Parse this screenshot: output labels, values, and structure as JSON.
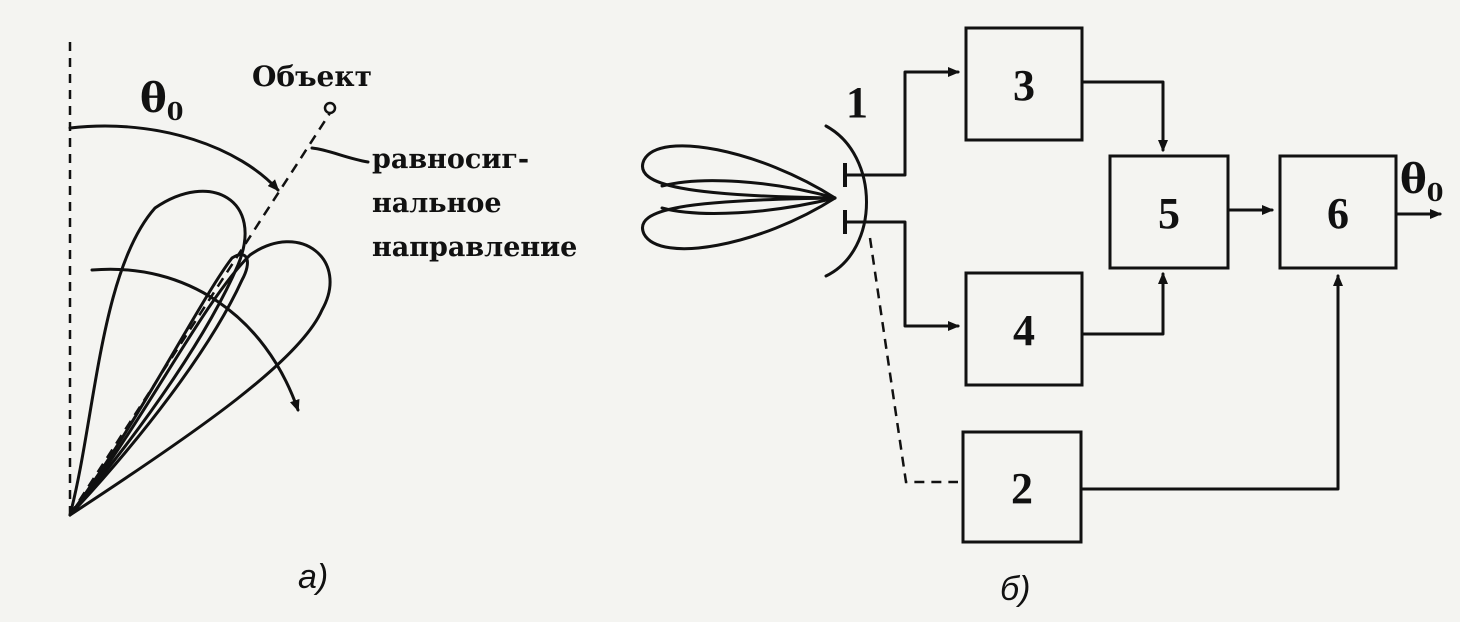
{
  "figure_a": {
    "angle_label": "θ",
    "angle_subscript": "0",
    "object_label": "Объект",
    "equisignal_lines": [
      "равносиг-",
      "нальное",
      "направление"
    ],
    "caption": "а)"
  },
  "figure_b": {
    "antenna_label": "1",
    "blocks": [
      "3",
      "4",
      "5",
      "6",
      "2"
    ],
    "output_label": "θ",
    "output_subscript": "0",
    "caption": "б)"
  },
  "colors": {
    "ink": "#111111",
    "paper": "#f4f4f1"
  }
}
